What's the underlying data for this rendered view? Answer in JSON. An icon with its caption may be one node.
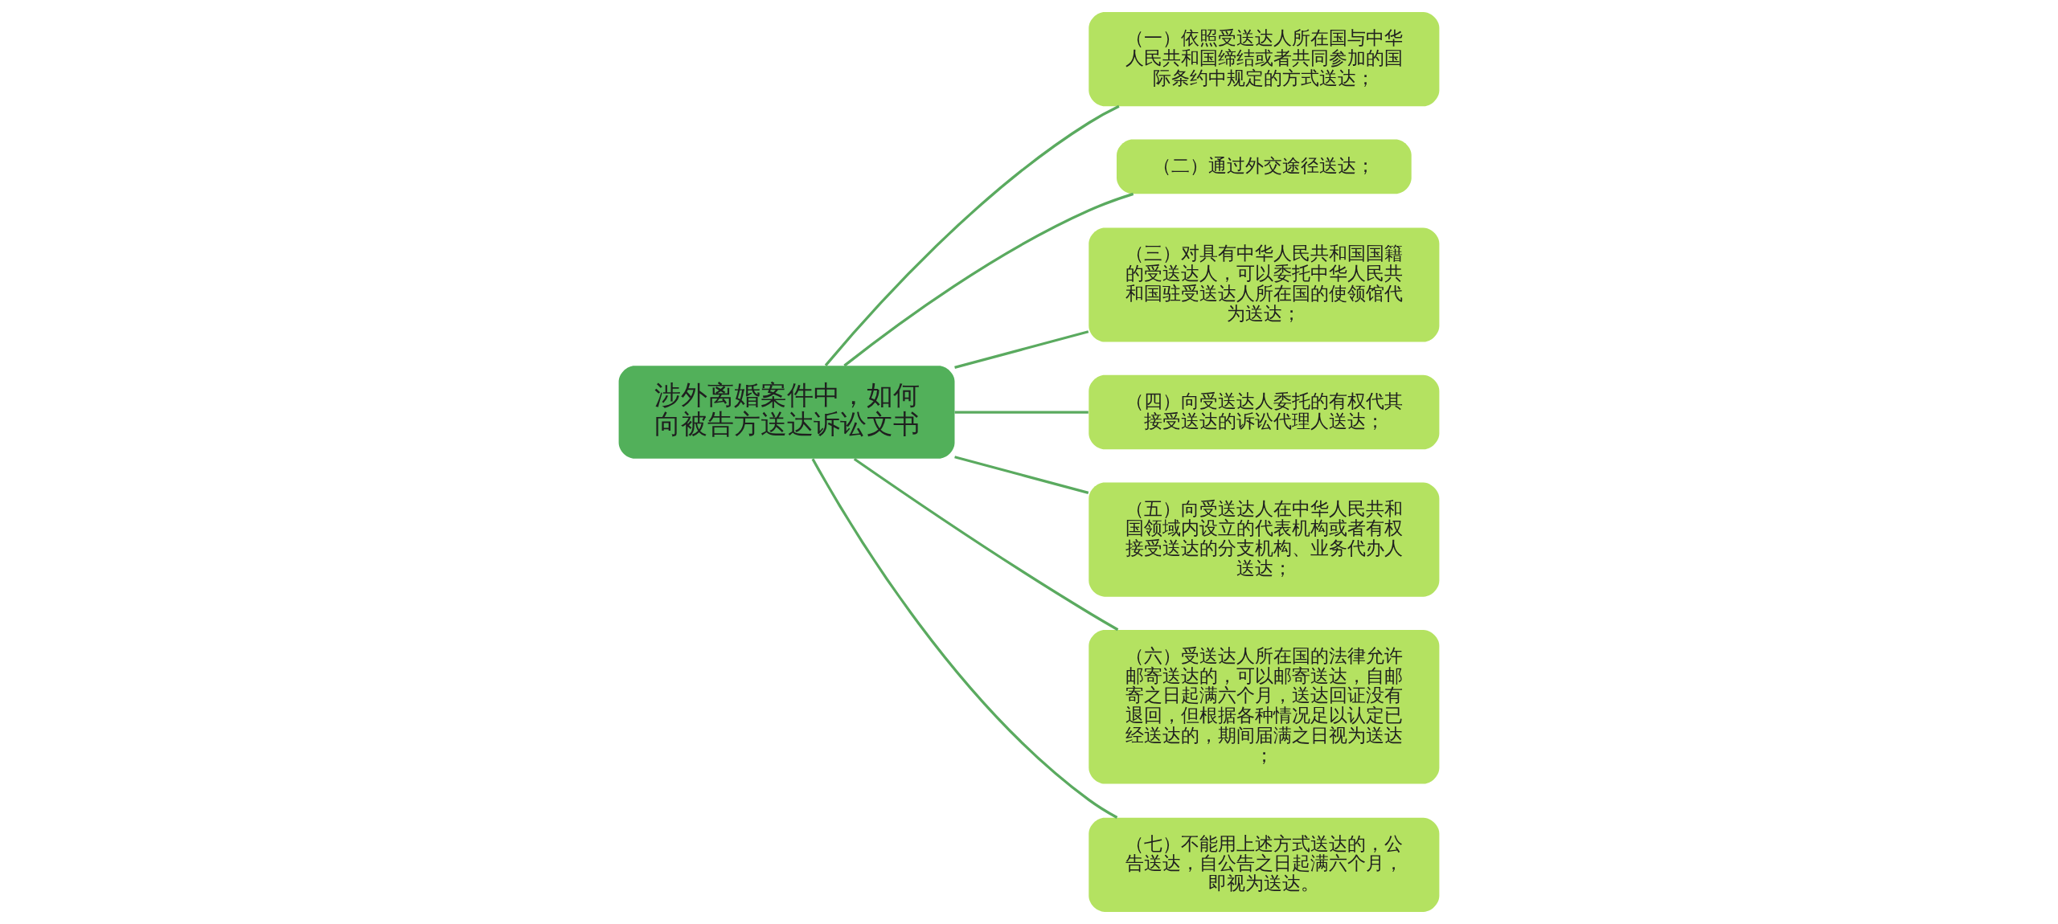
{
  "diagram": {
    "nodes": [
      {
        "text": [
          "涉外离婚案件中，如何向被告方送达诉讼文书"
        ]
      },
      {
        "text": [
          "（一）依照受送达人所在国与中华人民共和国缔结或者共同参加的国际条约中规定的方式送达；"
        ]
      },
      {
        "text": [
          "（二）通过外交途径送达；"
        ]
      },
      {
        "text": [
          "（三）对具有中华人民共和国国籍的受送达人，可以委托中华人民共和国驻受送达人所在国的使领馆代为送达；"
        ]
      },
      {
        "text": [
          "（四）向受送达人委托的有权代其接受送达的诉讼代理人送达；"
        ]
      },
      {
        "text": [
          "（五）向受送达人在中华人民共和国领域内设立的代表机构或者有权接受送达的分支机构、业务代办人送达；"
        ]
      },
      {
        "text": [
          "（六）受送达人所在国的法律允许邮寄送达的，可以邮寄送达，自邮寄之日起满六个月，送达回证没有退回，但根据各种情况足以认定已经送达的，期间届满之日视为送达；"
        ]
      },
      {
        "text": [
          "（七）不能用上述方式送达的，公告送达，自公告之日起满六个月，即视为送达。"
        ]
      }
    ],
    "edges": [
      {
        "from": 0,
        "to": 1,
        "arrow": "none"
      },
      {
        "from": 0,
        "to": 2,
        "arrow": "none"
      },
      {
        "from": 0,
        "to": 3,
        "arrow": "none"
      },
      {
        "from": 0,
        "to": 4,
        "arrow": "none"
      },
      {
        "from": 0,
        "to": 5,
        "arrow": "none"
      },
      {
        "from": 0,
        "to": 6,
        "arrow": "none"
      },
      {
        "from": 0,
        "to": 7,
        "arrow": "none"
      }
    ]
  }
}
